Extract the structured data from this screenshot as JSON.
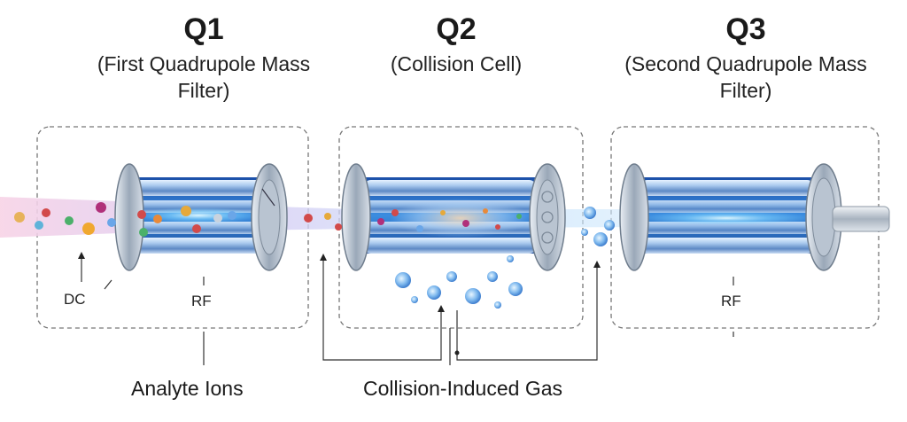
{
  "stages": [
    {
      "title": "Q1",
      "subtitle_line1": "(First Quadrupole Mass",
      "subtitle_line2": "Filter)"
    },
    {
      "title": "Q2",
      "subtitle_line1": "(Collision Cell)",
      "subtitle_line2": ""
    },
    {
      "title": "Q3",
      "subtitle_line1": "(Second Quadrupole Mass",
      "subtitle_line2": "Filter)"
    }
  ],
  "labels": {
    "dc": "DC",
    "rf_q1": "RF",
    "rf_q3": "RF",
    "analyte_ions": "Analyte Ions",
    "collision_gas": "Collision-Induced Gas"
  },
  "colors": {
    "rod_blue": "#3a7fd8",
    "glow": "#7fd3ff",
    "cap_steel": "#8c9aab",
    "box_dash": "#777777",
    "beam_pink": "#f3c2dc",
    "beam_purple": "#b9a6ec"
  }
}
